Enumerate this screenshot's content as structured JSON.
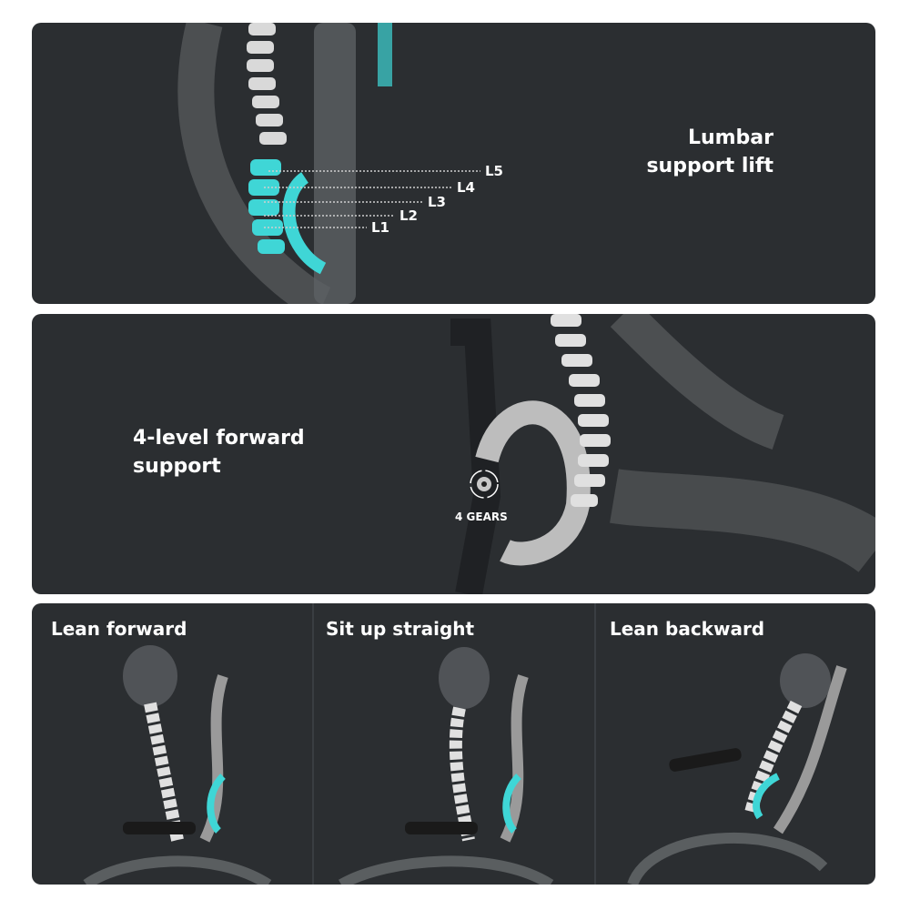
{
  "panels": {
    "lumbar": {
      "title_line1": "Lumbar",
      "title_line2": "support lift",
      "levels": [
        "L5",
        "L4",
        "L3",
        "L2",
        "L1"
      ]
    },
    "forward": {
      "title_line1": "4-level forward",
      "title_line2": "support",
      "gears_label": "4 GEARS"
    },
    "postures": [
      {
        "label": "Lean forward"
      },
      {
        "label": "Sit up straight"
      },
      {
        "label": "Lean backward"
      }
    ]
  },
  "colors": {
    "panel": "#2b2e31",
    "accent": "#3fd6d6",
    "text": "#ffffff"
  }
}
